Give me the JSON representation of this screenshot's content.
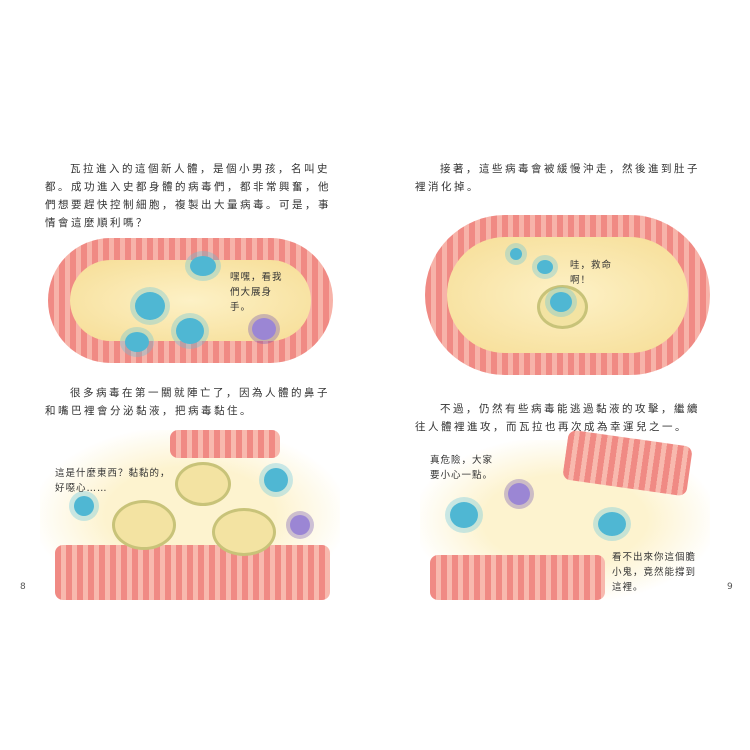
{
  "left_page": {
    "paragraph1": "瓦拉進入的這個新人體，是個小男孩，名叫史都。成功進入史都身體的病毒們，都非常興奮，他們想要趕快控制細胞，複製出大量病毒。可是，事情會這麼順利嗎？",
    "bubble1": "嘿嘿，看我們大展身手。",
    "paragraph2": "很多病毒在第一關就陣亡了，因為人體的鼻子和嘴巴裡會分泌黏液，把病毒黏住。",
    "bubble2": "這是什麼東西？黏黏的，好噁心……",
    "page_number": "8"
  },
  "right_page": {
    "paragraph1": "接著，這些病毒會被緩慢沖走，然後進到肚子裡消化掉。",
    "bubble1": "哇，救命啊！",
    "paragraph2": "不過，仍然有些病毒能逃過黏液的攻擊，繼續往人體裡進攻，而瓦拉也再次成為幸運兒之一。",
    "bubble2": "真危險，大家要小心一點。",
    "bubble3": "看不出來你這個膽小鬼，竟然能撐到這裡。",
    "page_number": "9"
  }
}
